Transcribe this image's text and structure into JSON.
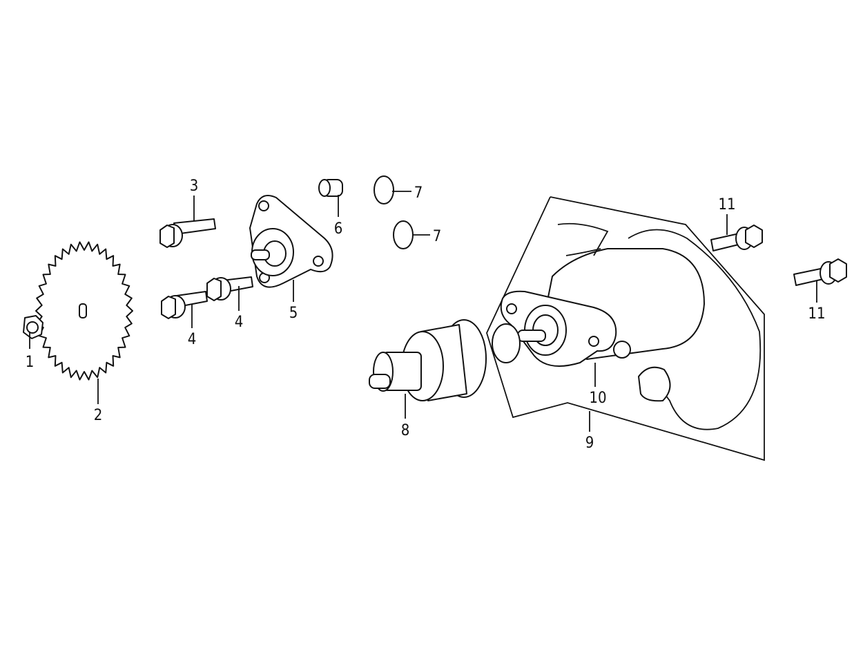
{
  "diagram": {
    "title": "",
    "callouts": [
      {
        "id": "c1",
        "label": "1",
        "part": "nut"
      },
      {
        "id": "c2",
        "label": "2",
        "part": "sprocket-gear"
      },
      {
        "id": "c3",
        "label": "3",
        "part": "flange-bolt"
      },
      {
        "id": "c4a",
        "label": "4",
        "part": "flange-bolt"
      },
      {
        "id": "c4b",
        "label": "4",
        "part": "flange-bolt"
      },
      {
        "id": "c5",
        "label": "5",
        "part": "oil-pump"
      },
      {
        "id": "c6",
        "label": "6",
        "part": "dowel-pin"
      },
      {
        "id": "c7a",
        "label": "7",
        "part": "o-ring"
      },
      {
        "id": "c7b",
        "label": "7",
        "part": "o-ring"
      },
      {
        "id": "c8",
        "label": "8",
        "part": "starter-clutch-drive"
      },
      {
        "id": "c9",
        "label": "9",
        "part": "starter-motor-assembly"
      },
      {
        "id": "c10",
        "label": "10",
        "part": "starter-motor"
      },
      {
        "id": "c11a",
        "label": "11",
        "part": "flange-bolt"
      },
      {
        "id": "c11b",
        "label": "11",
        "part": "flange-bolt"
      }
    ]
  }
}
